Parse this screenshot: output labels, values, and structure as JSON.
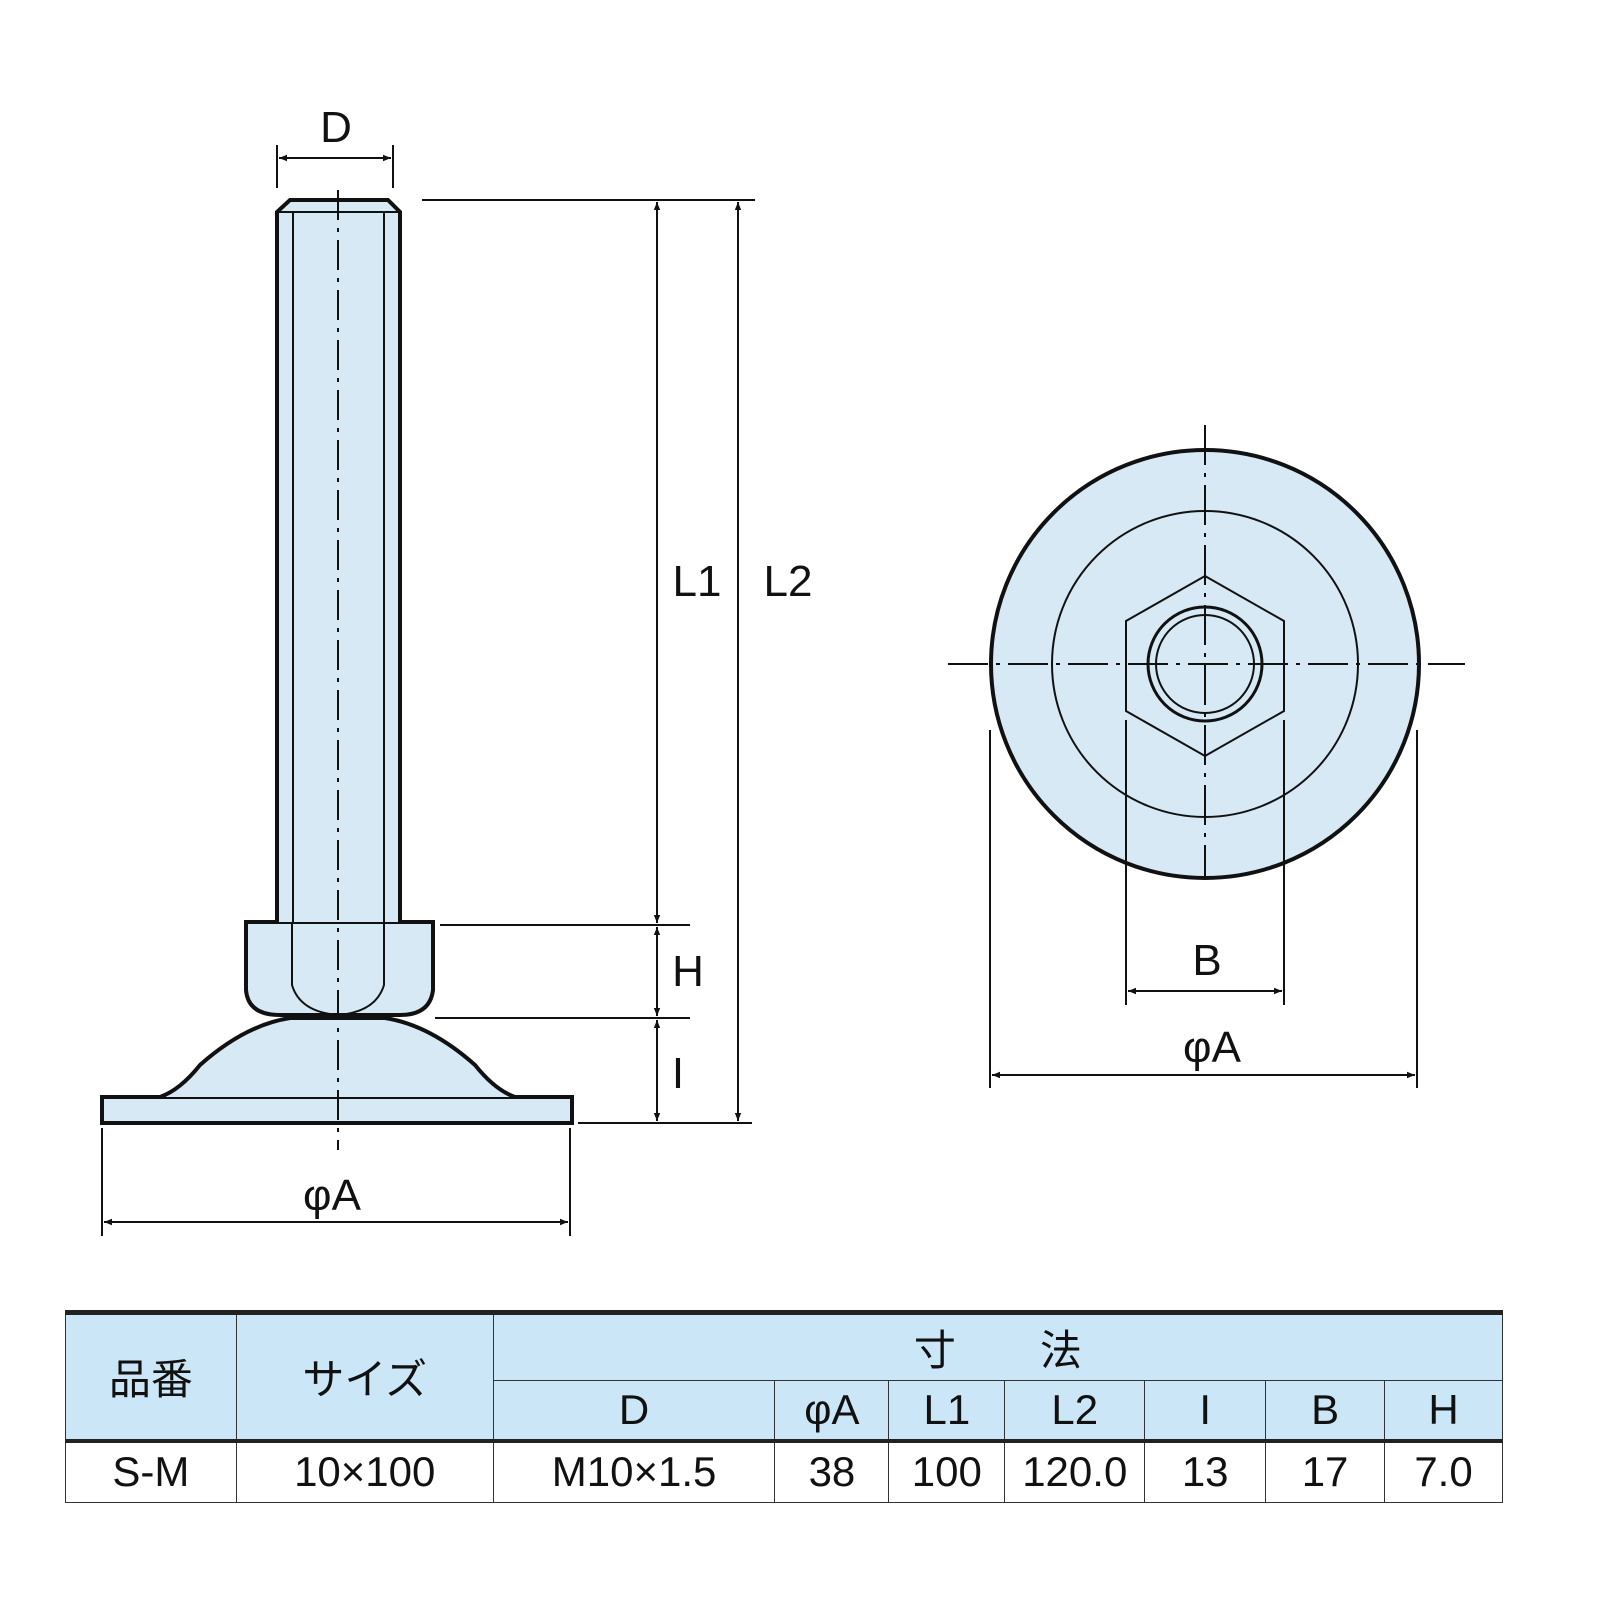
{
  "drawing": {
    "side_labels": {
      "D": "D",
      "L1": "L1",
      "L2": "L2",
      "H": "H",
      "I": "I",
      "phiA": "φA"
    },
    "top_labels": {
      "B": "B",
      "phiA": "φA"
    },
    "colors": {
      "fill": "#d6e9f5",
      "line": "#111111",
      "table_header": "#cbe7f7"
    }
  },
  "table": {
    "headers": {
      "part_no": "品番",
      "size": "サイズ",
      "dimensions": "寸　　法"
    },
    "sub_headers": [
      "D",
      "φA",
      "L1",
      "L2",
      "I",
      "B",
      "H"
    ],
    "rows": [
      {
        "part_no": "S-M",
        "size": "10×100",
        "values": [
          "M10×1.5",
          "38",
          "100",
          "120.0",
          "13",
          "17",
          "7.0"
        ]
      }
    ]
  }
}
